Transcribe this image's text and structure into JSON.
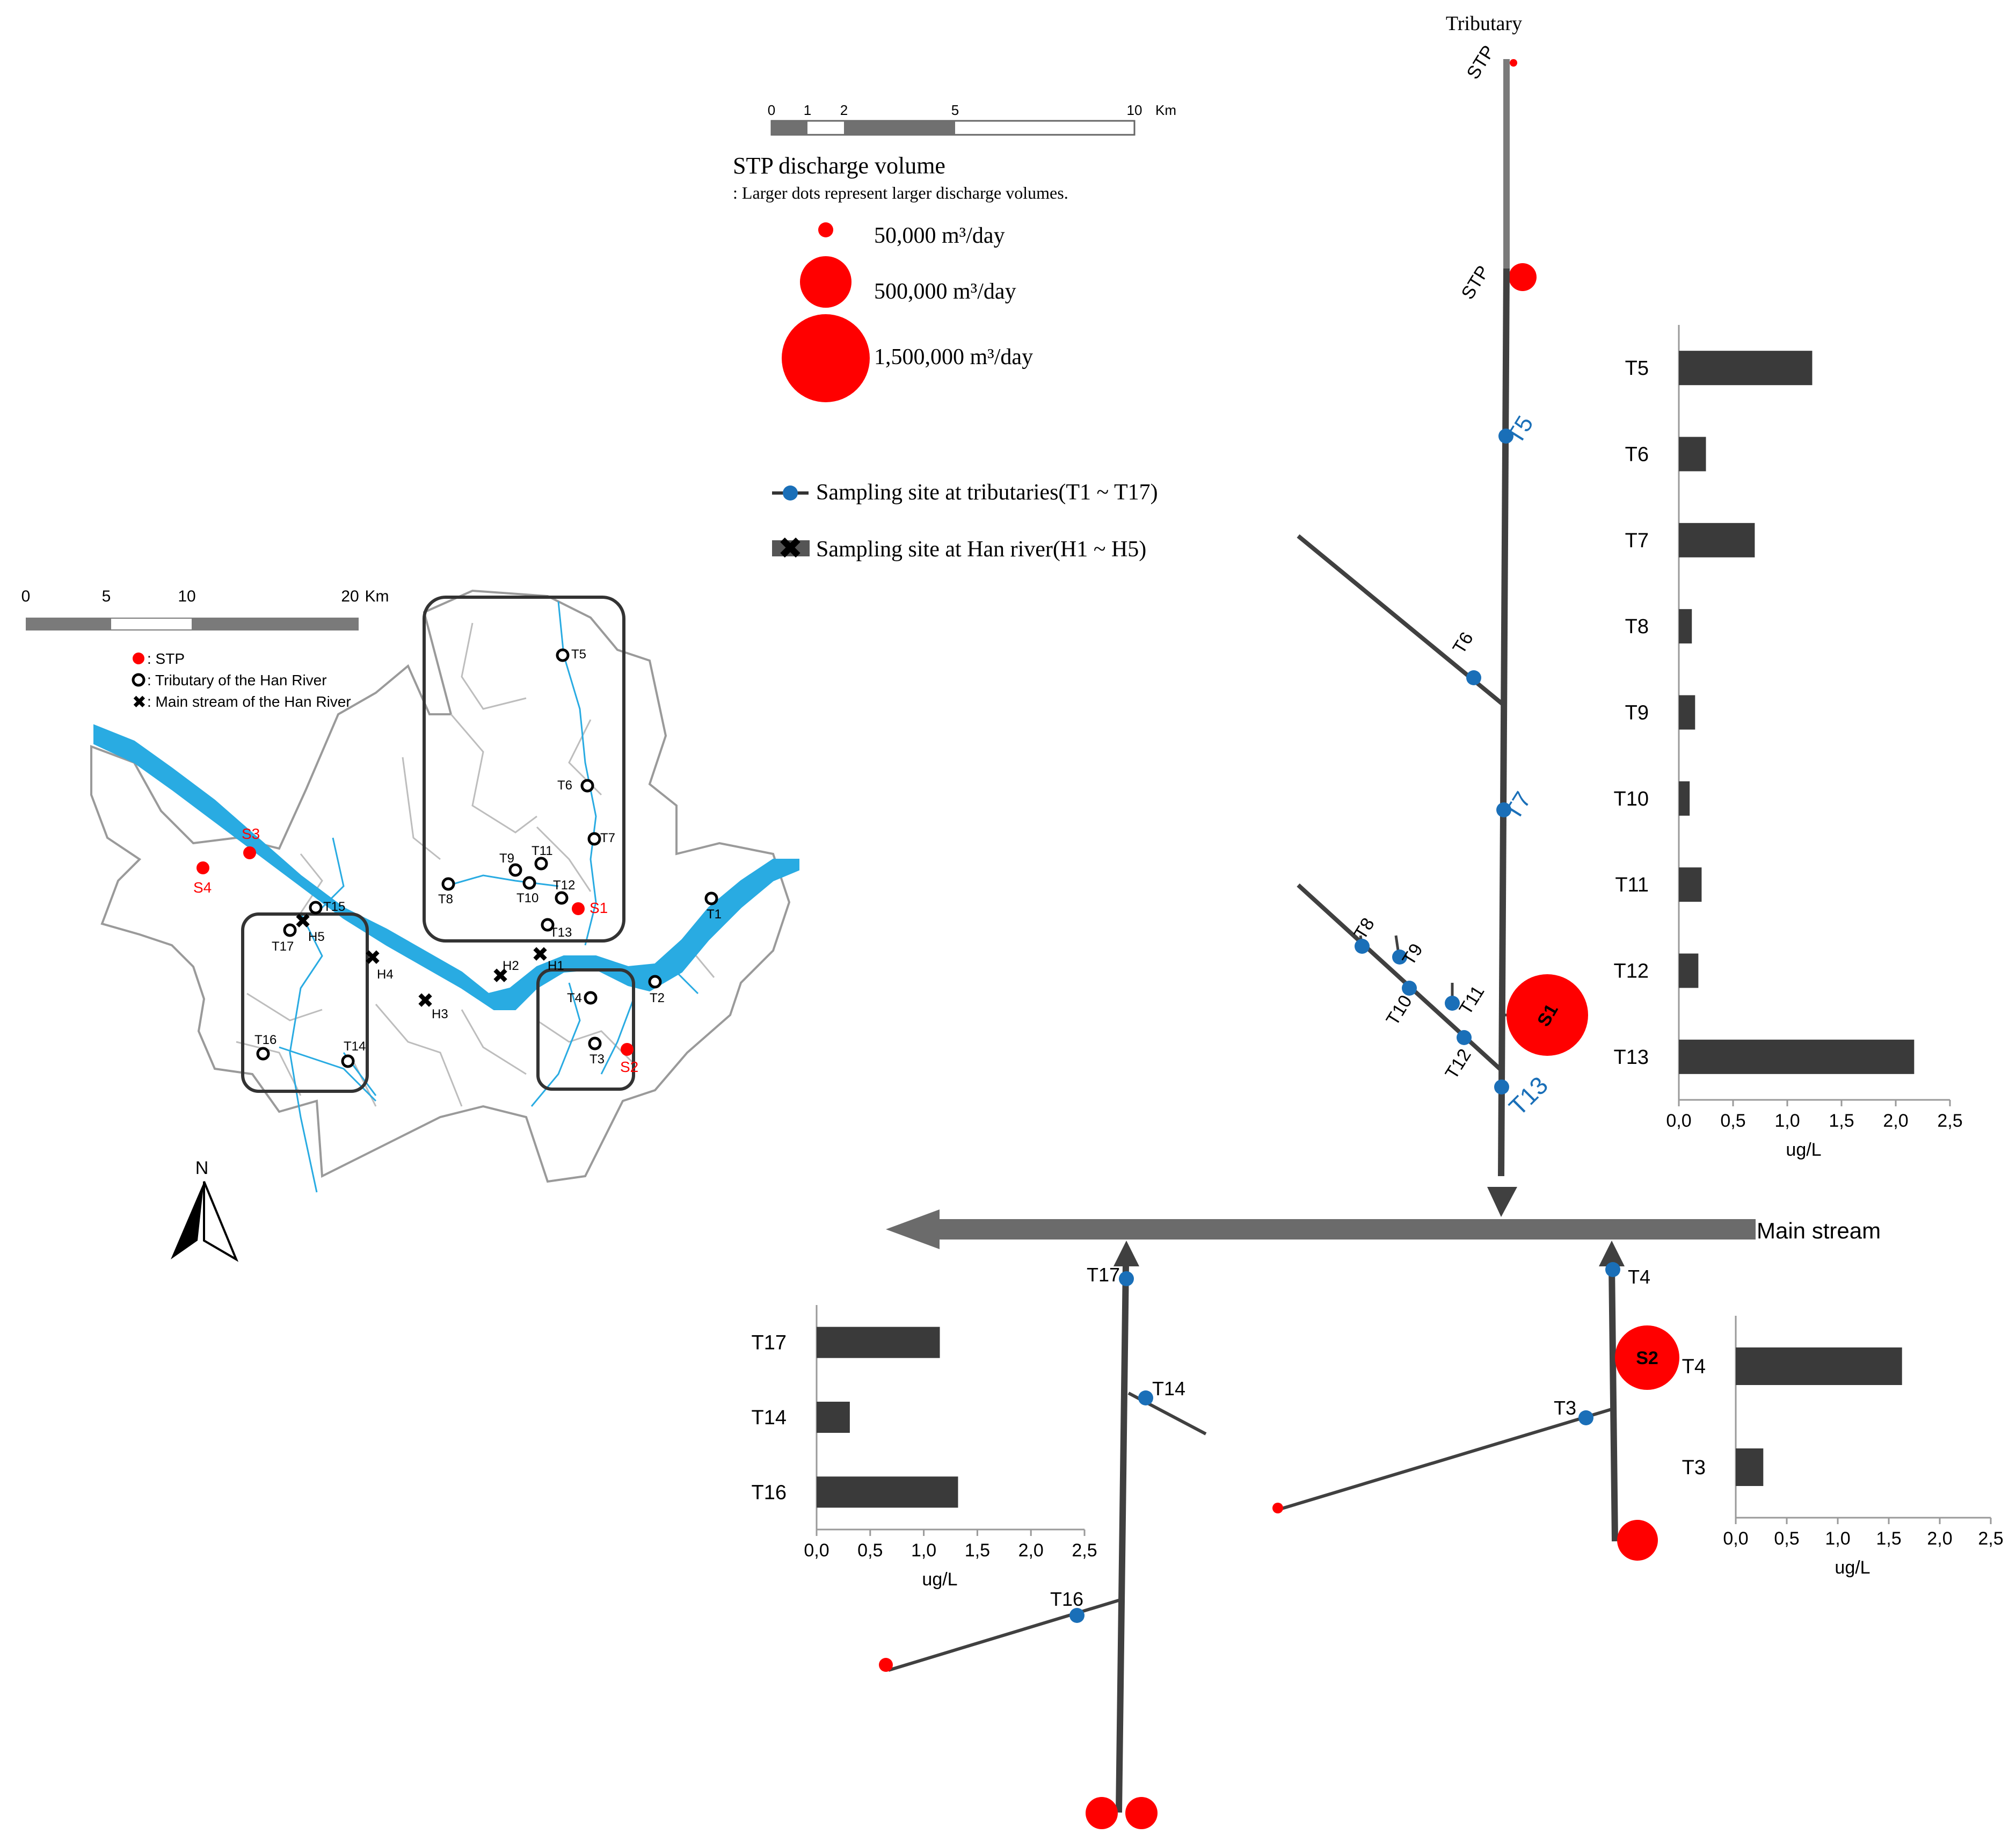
{
  "colors": {
    "river": "#29abe2",
    "stp": "#ff0000",
    "site_blue": "#1a6fb8",
    "bar": "#3a3a3a",
    "line": "#404040",
    "border_gray": "#9a9a9a",
    "tributary_gray": "#b0b0b0"
  },
  "map": {
    "scale": {
      "ticks": [
        "0",
        "5",
        "10",
        "20"
      ],
      "unit": "Km"
    },
    "legend": {
      "stp": ": STP",
      "tributary": ": Tributary of the Han River",
      "mainstream": ": Main stream of the Han River"
    },
    "north": "N",
    "stp_labels": [
      "S1",
      "S2",
      "S3",
      "S4"
    ],
    "tributary_labels": [
      "T1",
      "T2",
      "T3",
      "T4",
      "T5",
      "T6",
      "T7",
      "T8",
      "T9",
      "T10",
      "T11",
      "T12",
      "T13",
      "T14",
      "T15",
      "T16",
      "T17"
    ],
    "mainstream_labels": [
      "H1",
      "H2",
      "H3",
      "H4",
      "H5"
    ]
  },
  "legend": {
    "scale": {
      "ticks": [
        "0",
        "1",
        "2",
        "5",
        "10"
      ],
      "unit": "Km"
    },
    "stp_title": "STP discharge volume",
    "stp_note": ": Larger dots represent larger discharge volumes.",
    "stp_small": "50,000 m³/day",
    "stp_medium": "500,000 m³/day",
    "stp_large": "1,500,000 m³/day",
    "trib_site": "Sampling site at tributaries(T1 ~ T17)",
    "han_site": "Sampling site at Han river(H1 ~ H5)"
  },
  "schematic": {
    "tributary_title": "Tributary",
    "stp_label": "STP",
    "main_stream": "Main stream",
    "stp_labels": [
      "S1",
      "S2"
    ],
    "site_labels": {
      "T5": "T5",
      "T6": "T6",
      "T7": "T7",
      "T8": "T8",
      "T9": "T9",
      "T10": "T10",
      "T11": "T11",
      "T12": "T12",
      "T13": "T13",
      "T17": "T17",
      "T14": "T14",
      "T16": "T16",
      "T4": "T4",
      "T3": "T3"
    }
  },
  "chart_data": [
    {
      "type": "bar",
      "orientation": "horizontal",
      "categories": [
        "T5",
        "T6",
        "T7",
        "T8",
        "T9",
        "T10",
        "T11",
        "T12",
        "T13"
      ],
      "values": [
        1.23,
        0.25,
        0.7,
        0.12,
        0.15,
        0.1,
        0.21,
        0.18,
        2.17
      ],
      "xlabel": "ug/L",
      "xlim": [
        0,
        2.5
      ],
      "ticks": [
        "0,0",
        "0,5",
        "1,0",
        "1,5",
        "2,0",
        "2,5"
      ]
    },
    {
      "type": "bar",
      "orientation": "horizontal",
      "categories": [
        "T17",
        "T14",
        "T16"
      ],
      "values": [
        1.15,
        0.31,
        1.32
      ],
      "xlabel": "ug/L",
      "xlim": [
        0,
        2.5
      ],
      "ticks": [
        "0,0",
        "0,5",
        "1,0",
        "1,5",
        "2,0",
        "2,5"
      ]
    },
    {
      "type": "bar",
      "orientation": "horizontal",
      "categories": [
        "T4",
        "T3"
      ],
      "values": [
        1.63,
        0.27
      ],
      "xlabel": "ug/L",
      "xlim": [
        0,
        2.5
      ],
      "ticks": [
        "0,0",
        "0,5",
        "1,0",
        "1,5",
        "2,0",
        "2,5"
      ]
    }
  ]
}
